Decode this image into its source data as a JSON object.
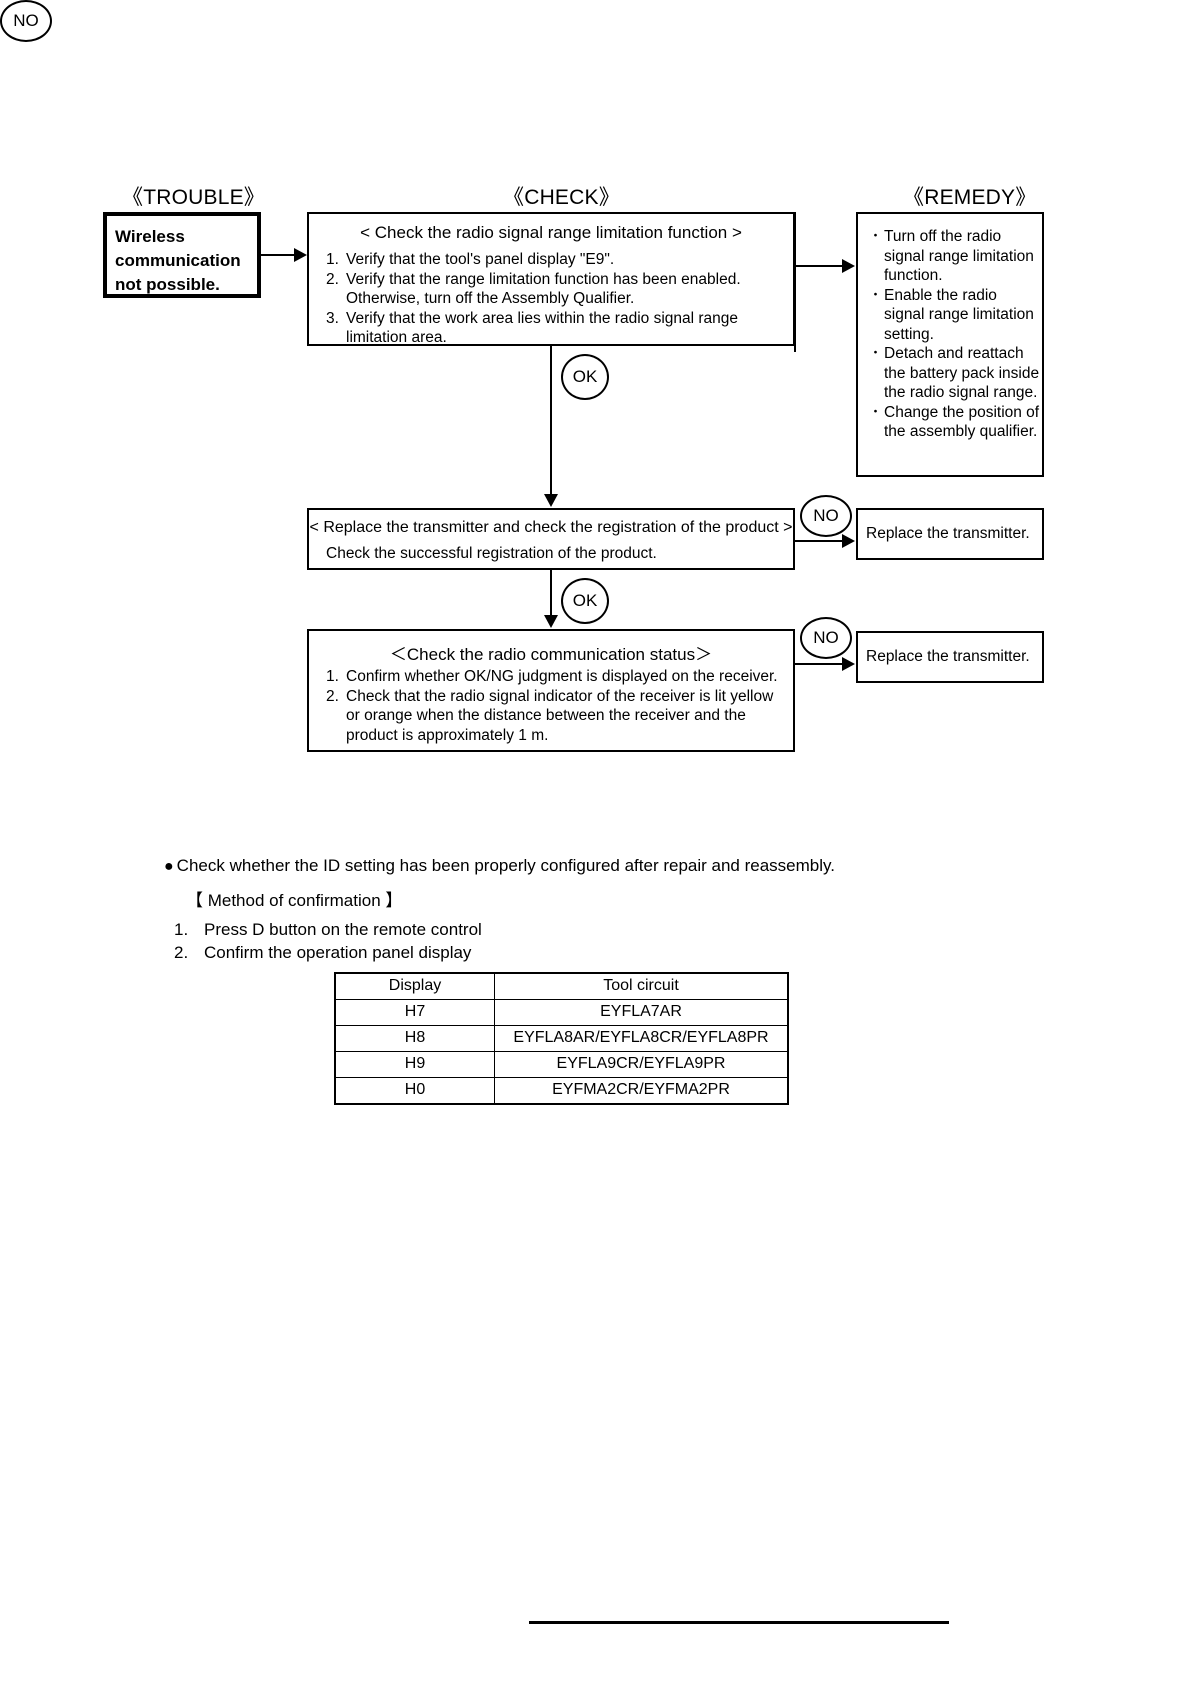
{
  "headings": {
    "trouble": "《TROUBLE》",
    "check": "《CHECK》",
    "remedy": "《REMEDY》"
  },
  "trouble": {
    "text": "Wireless communication not possible."
  },
  "check_steps": [
    {
      "title": "< Check the radio signal range limitation function >",
      "items": [
        {
          "num": "1.",
          "text": "Verify that the tool's panel display \"E9\"."
        },
        {
          "num": "2.",
          "text": "Verify that the range limitation function has been enabled. Otherwise, turn off the Assembly Qualifier."
        },
        {
          "num": "3.",
          "text": "Verify that the work area lies within the radio signal range limitation area."
        }
      ]
    },
    {
      "title": "< Replace the transmitter and check the registration of the product >",
      "subtitle": "Check the successful registration of the product."
    },
    {
      "title": "＜Check the radio communication status＞",
      "items": [
        {
          "num": "1.",
          "text": "Confirm whether OK/NG judgment is displayed on the receiver."
        },
        {
          "num": "2.",
          "text": "Check that the radio signal indicator of the receiver is lit yellow or orange when the distance between the receiver and the product is approximately 1 m."
        }
      ]
    }
  ],
  "remedies": [
    {
      "bullets": [
        "Turn off the radio signal range limitation function.",
        "Enable the radio signal range limitation setting.",
        "Detach and reattach the battery pack inside the radio signal range.",
        "Change the position of the assembly qualifier."
      ]
    },
    {
      "text": "Replace the transmitter."
    },
    {
      "text": "Replace the transmitter."
    }
  ],
  "decisions": {
    "no": "NO",
    "ok": "OK"
  },
  "notes": {
    "bullet_dot": "●",
    "bullet_text": "Check whether the ID setting has been properly configured after repair and reassembly.",
    "method_label": "【 Method of confirmation 】",
    "steps": [
      {
        "num": "1.",
        "text": "Press D button on the remote control"
      },
      {
        "num": "2.",
        "text": "Confirm the operation panel display"
      }
    ]
  },
  "id_table": {
    "columns": [
      "Display",
      "Tool circuit"
    ],
    "rows": [
      {
        "display": "H7",
        "circuit": "EYFLA7AR"
      },
      {
        "display": "H8",
        "circuit": "EYFLA8AR/EYFLA8CR/EYFLA8PR"
      },
      {
        "display": "H9",
        "circuit": "EYFLA9CR/EYFLA9PR"
      },
      {
        "display": "H0",
        "circuit": "EYFMA2CR/EYFMA2PR"
      }
    ]
  },
  "colors": {
    "ink": "#000000",
    "paper": "#ffffff"
  }
}
